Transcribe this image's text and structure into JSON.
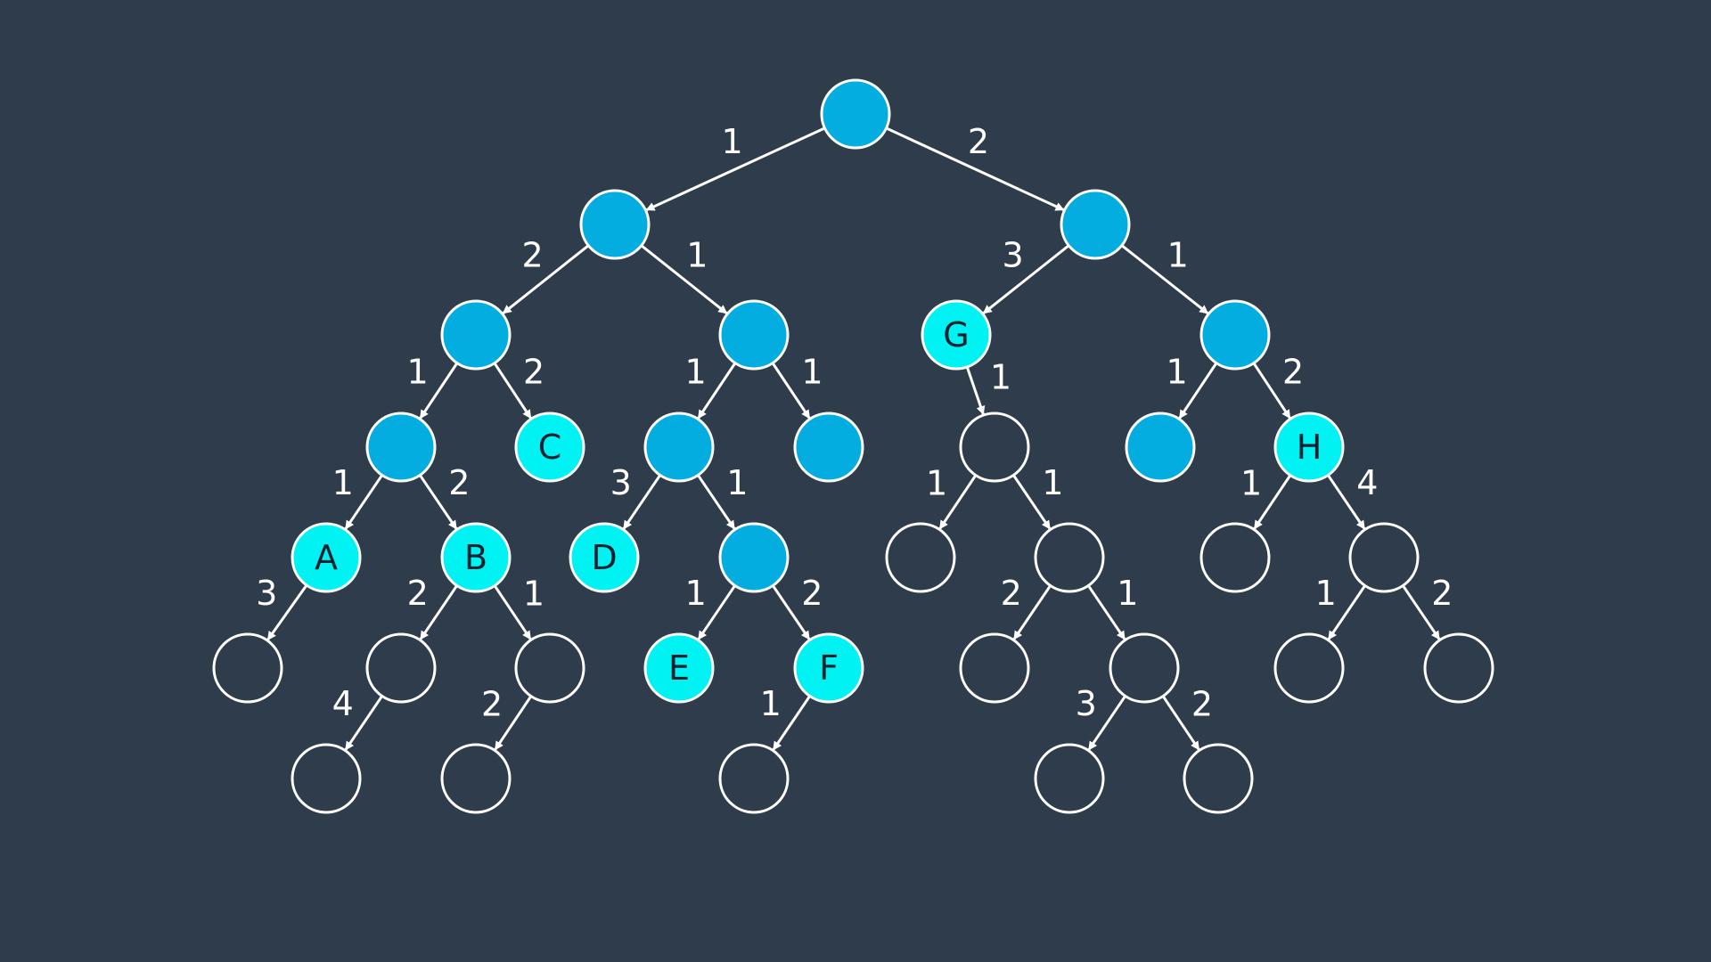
{
  "colors": {
    "background": "#2f3c4b",
    "expanded": "#04ade0",
    "goal": "#00f2f2",
    "stroke": "#ffffff",
    "unexpanded": "#2f3c4b"
  },
  "nodes": [
    {
      "id": "n0",
      "label": "",
      "state": "expanded"
    },
    {
      "id": "n1",
      "label": "",
      "state": "expanded"
    },
    {
      "id": "n2",
      "label": "",
      "state": "expanded"
    },
    {
      "id": "n3",
      "label": "",
      "state": "expanded"
    },
    {
      "id": "n4",
      "label": "",
      "state": "expanded"
    },
    {
      "id": "n5",
      "label": "G",
      "state": "goal"
    },
    {
      "id": "n6",
      "label": "",
      "state": "expanded"
    },
    {
      "id": "n7",
      "label": "",
      "state": "expanded"
    },
    {
      "id": "n8",
      "label": "C",
      "state": "goal"
    },
    {
      "id": "n9",
      "label": "",
      "state": "expanded"
    },
    {
      "id": "n10",
      "label": "",
      "state": "expanded"
    },
    {
      "id": "n11",
      "label": "",
      "state": "unexpanded"
    },
    {
      "id": "n12",
      "label": "",
      "state": "expanded"
    },
    {
      "id": "n13",
      "label": "H",
      "state": "goal"
    },
    {
      "id": "n14",
      "label": "A",
      "state": "goal"
    },
    {
      "id": "n15",
      "label": "B",
      "state": "goal"
    },
    {
      "id": "n16",
      "label": "D",
      "state": "goal"
    },
    {
      "id": "n17",
      "label": "",
      "state": "expanded"
    },
    {
      "id": "n18",
      "label": "",
      "state": "unexpanded"
    },
    {
      "id": "n19",
      "label": "",
      "state": "unexpanded"
    },
    {
      "id": "n20",
      "label": "",
      "state": "unexpanded"
    },
    {
      "id": "n21",
      "label": "",
      "state": "unexpanded"
    },
    {
      "id": "n22",
      "label": "",
      "state": "unexpanded"
    },
    {
      "id": "n23",
      "label": "",
      "state": "unexpanded"
    },
    {
      "id": "n24",
      "label": "",
      "state": "unexpanded"
    },
    {
      "id": "n25",
      "label": "E",
      "state": "goal"
    },
    {
      "id": "n26",
      "label": "F",
      "state": "goal"
    },
    {
      "id": "n27",
      "label": "",
      "state": "unexpanded"
    },
    {
      "id": "n28",
      "label": "",
      "state": "unexpanded"
    },
    {
      "id": "n29",
      "label": "",
      "state": "unexpanded"
    },
    {
      "id": "n30",
      "label": "",
      "state": "unexpanded"
    },
    {
      "id": "n31",
      "label": "",
      "state": "unexpanded"
    },
    {
      "id": "n32",
      "label": "",
      "state": "unexpanded"
    },
    {
      "id": "n33",
      "label": "",
      "state": "unexpanded"
    },
    {
      "id": "n34",
      "label": "",
      "state": "unexpanded"
    },
    {
      "id": "n35",
      "label": "",
      "state": "unexpanded"
    }
  ],
  "edges": [
    {
      "from": "n0",
      "to": "n1",
      "label": "1"
    },
    {
      "from": "n0",
      "to": "n2",
      "label": "2"
    },
    {
      "from": "n1",
      "to": "n3",
      "label": "2"
    },
    {
      "from": "n1",
      "to": "n4",
      "label": "1"
    },
    {
      "from": "n2",
      "to": "n5",
      "label": "3"
    },
    {
      "from": "n2",
      "to": "n6",
      "label": "1"
    },
    {
      "from": "n3",
      "to": "n7",
      "label": "1"
    },
    {
      "from": "n3",
      "to": "n8",
      "label": "2"
    },
    {
      "from": "n4",
      "to": "n9",
      "label": "1"
    },
    {
      "from": "n4",
      "to": "n10",
      "label": "1"
    },
    {
      "from": "n5",
      "to": "n11",
      "label": "1"
    },
    {
      "from": "n6",
      "to": "n12",
      "label": "1"
    },
    {
      "from": "n6",
      "to": "n13",
      "label": "2"
    },
    {
      "from": "n7",
      "to": "n14",
      "label": "1"
    },
    {
      "from": "n7",
      "to": "n15",
      "label": "2"
    },
    {
      "from": "n9",
      "to": "n16",
      "label": "3"
    },
    {
      "from": "n9",
      "to": "n17",
      "label": "1"
    },
    {
      "from": "n11",
      "to": "n18",
      "label": "1"
    },
    {
      "from": "n11",
      "to": "n19",
      "label": "1"
    },
    {
      "from": "n13",
      "to": "n20",
      "label": "1"
    },
    {
      "from": "n13",
      "to": "n21",
      "label": "4"
    },
    {
      "from": "n14",
      "to": "n22",
      "label": "3"
    },
    {
      "from": "n15",
      "to": "n23",
      "label": "2"
    },
    {
      "from": "n15",
      "to": "n24",
      "label": "1"
    },
    {
      "from": "n17",
      "to": "n25",
      "label": "1"
    },
    {
      "from": "n17",
      "to": "n26",
      "label": "2"
    },
    {
      "from": "n19",
      "to": "n27",
      "label": "2"
    },
    {
      "from": "n19",
      "to": "n28",
      "label": "1"
    },
    {
      "from": "n21",
      "to": "n29",
      "label": "1"
    },
    {
      "from": "n21",
      "to": "n30",
      "label": "2"
    },
    {
      "from": "n23",
      "to": "n31",
      "label": "4"
    },
    {
      "from": "n24",
      "to": "n32",
      "label": "2"
    },
    {
      "from": "n26",
      "to": "n33",
      "label": "1"
    },
    {
      "from": "n28",
      "to": "n34",
      "label": "3"
    },
    {
      "from": "n28",
      "to": "n35",
      "label": "2"
    }
  ]
}
